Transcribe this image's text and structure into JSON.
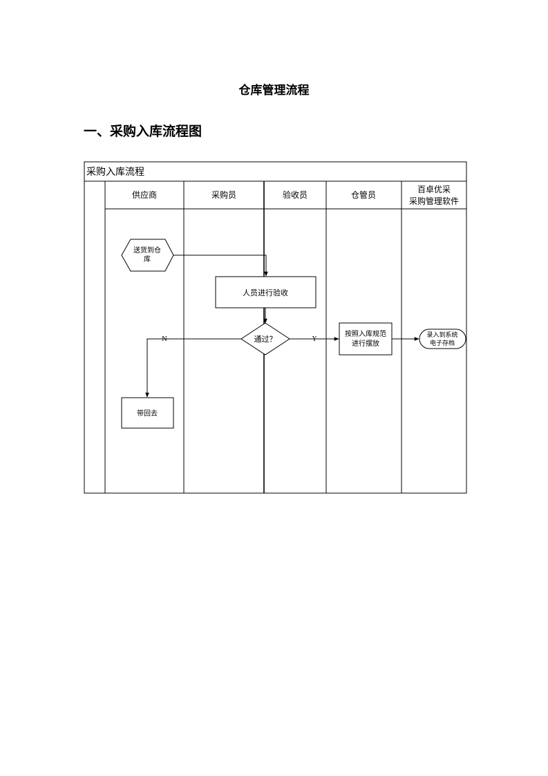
{
  "document": {
    "title": "仓库管理流程",
    "section_heading": "一、采购入库流程图"
  },
  "diagram": {
    "frame_title": "采购入库流程",
    "lanes": [
      {
        "line1": "供应商",
        "line2": ""
      },
      {
        "line1": "采购员",
        "line2": ""
      },
      {
        "line1": "验收员",
        "line2": ""
      },
      {
        "line1": "仓管员",
        "line2": ""
      },
      {
        "line1": "百卓优采",
        "line2": "采购管理软件"
      }
    ],
    "nodes": {
      "deliver": {
        "line1": "送货到仓",
        "line2": "库"
      },
      "inspect": {
        "text": "人员进行验收"
      },
      "decision": {
        "text": "通过？"
      },
      "store": {
        "line1": "按照入库规范",
        "line2": "进行摆放"
      },
      "record": {
        "line1": "录入到系统",
        "line2": "电子存档"
      },
      "return": {
        "text": "带回去"
      }
    },
    "edge_labels": {
      "no": "N",
      "yes": "Y"
    }
  }
}
